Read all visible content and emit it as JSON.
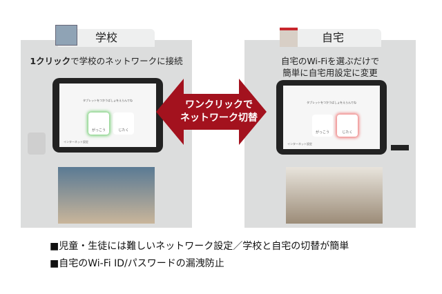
{
  "school": {
    "tab": "学校",
    "caption_bold": "1クリック",
    "caption_rest": "で学校のネットワークに接続"
  },
  "home": {
    "tab": "自宅",
    "caption_line1": "自宅のWi-Fiを選ぶだけで",
    "caption_line2": "簡単に自宅用設定に変更"
  },
  "tablet": {
    "prompt": "タブレットをつかうばしょをえらんでね",
    "school_button": "がっこう",
    "home_button": "じたく",
    "footer": "インターネット設定"
  },
  "arrow": {
    "line1": "ワンクリックで",
    "line2": "ネットワーク切替",
    "color": "#a3121e"
  },
  "bullets": [
    "■児童・生徒には難しいネットワーク設定／学校と自宅の切替が簡単",
    "■自宅のWi-Fi ID/パスワードの漏洩防止"
  ]
}
